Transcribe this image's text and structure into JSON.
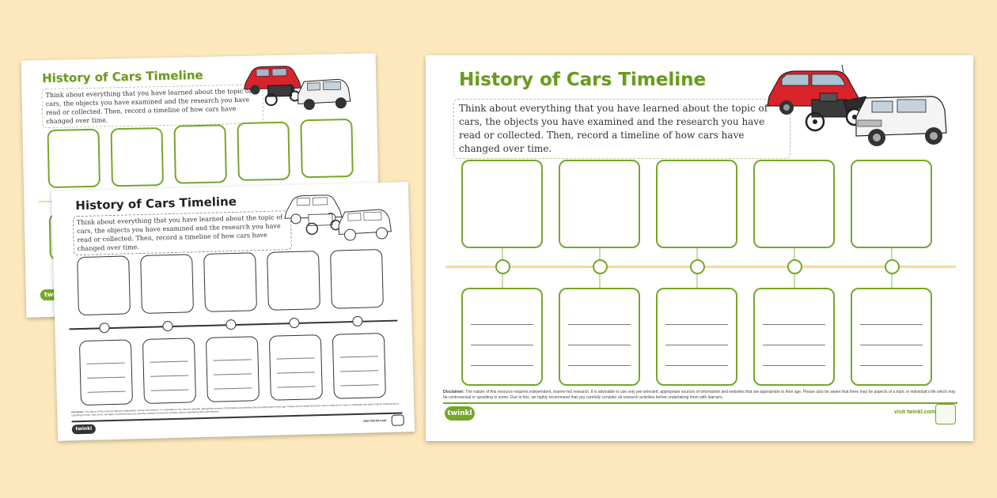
{
  "title": "History of Cars Timeline",
  "intro": "Think about everything that you have learned about the topic of cars, the objects you have examined and the research you have read or collected. Then, record a timeline of how cars have changed over time.",
  "disclaimer_label": "Disclaimer:",
  "disclaimer_text": "The nature of this resource requires independent, learner-led research. It is advisable to use only pre-selected, appropriate sources of information and websites that are appropriate to their age. Please also be aware that there may be aspects of a topic or individual's life which may be controversial or upsetting to some. Due to this, we highly recommend that you carefully consider all research activities before undertaking them with learners.",
  "logo_text": "twinkl",
  "visit_text": "visit twinkl.com",
  "colors": {
    "background": "#fde8be",
    "accent_green": "#76a62b",
    "timeline_yellow": "#f4d99a",
    "car_red": "#d8232a"
  },
  "icons": [
    "red-car-icon",
    "vintage-car-icon",
    "white-suv-icon",
    "quality-badge-icon"
  ]
}
